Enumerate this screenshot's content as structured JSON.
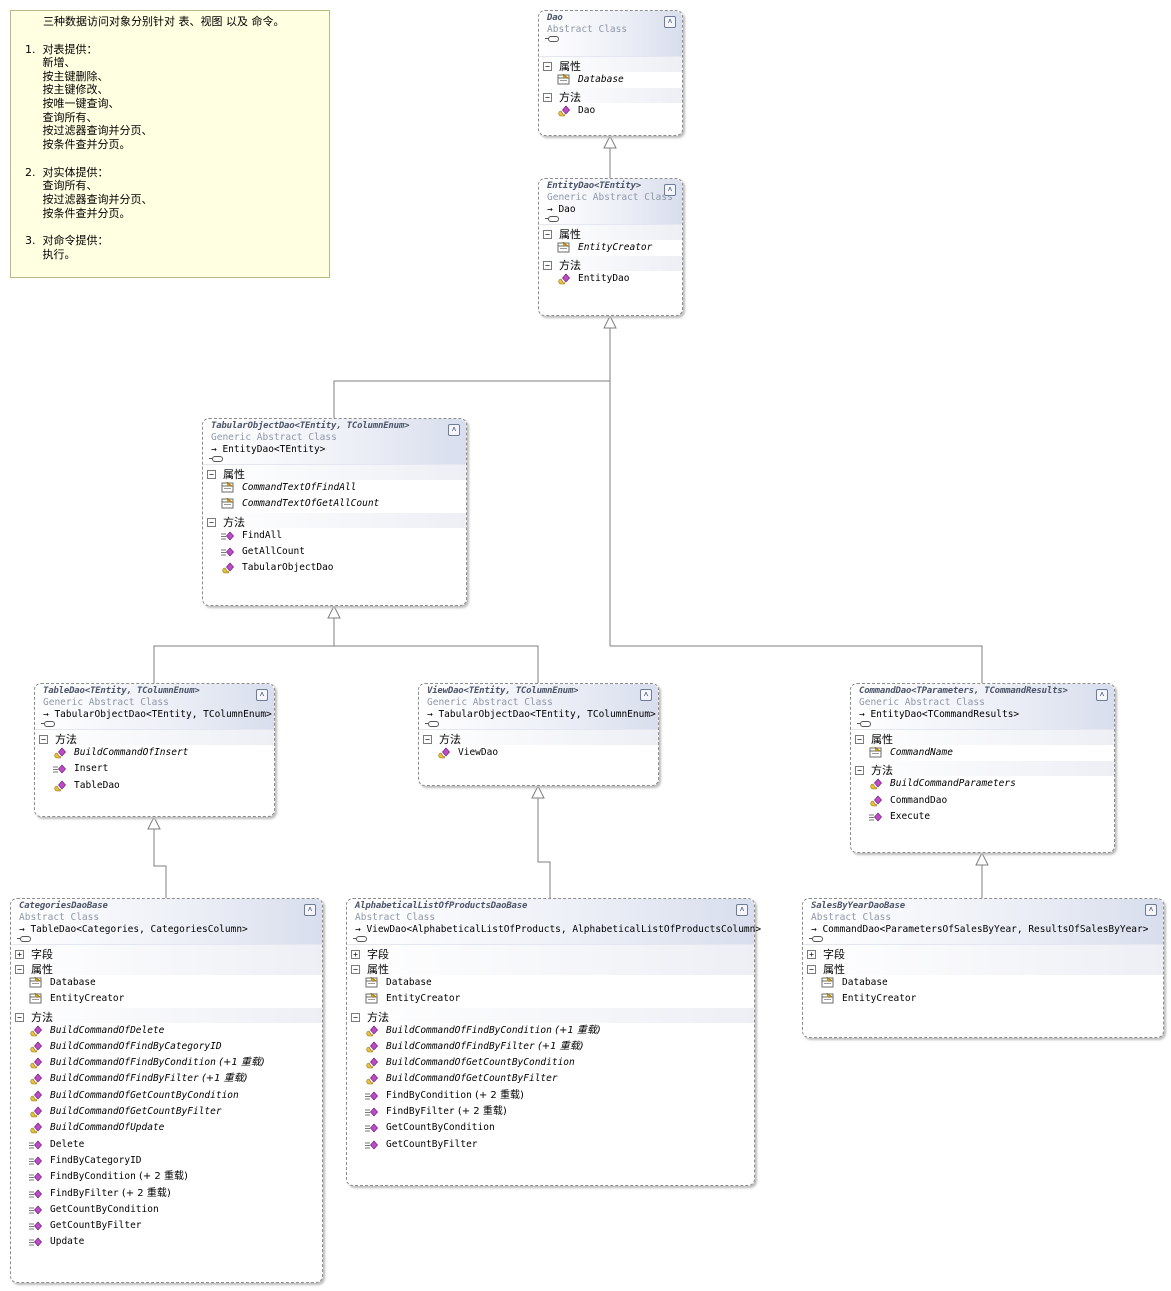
{
  "note": {
    "lines": [
      "三种数据访问对象分别针对 表、视图 以及 命令。",
      "",
      "1.  对表提供：",
      "     新增、",
      "     按主键删除、",
      "     按主键修改、",
      "     按唯一键查询、",
      "     查询所有、",
      "     按过滤器查询并分页、",
      "     按条件查并分页。",
      "",
      "2.  对实体提供：",
      "     查询所有、",
      "     按过滤器查询并分页、",
      "     按条件查并分页。",
      "",
      "3.  对命令提供：",
      "     执行。"
    ]
  },
  "classes": [
    {
      "id": "dao",
      "name": "Dao",
      "kind": "Abstract Class",
      "base": "",
      "sections": [
        {
          "title": "属性",
          "toggle": "-",
          "members": [
            {
              "name": "Database",
              "icon": "property-icon",
              "italic": true
            }
          ]
        },
        {
          "title": "方法",
          "toggle": "-",
          "members": [
            {
              "name": "Dao",
              "icon": "protected-method-icon",
              "italic": false
            }
          ]
        }
      ]
    },
    {
      "id": "entity-dao",
      "name": "EntityDao<TEntity>",
      "kind": "Generic Abstract Class",
      "base": "Dao",
      "sections": [
        {
          "title": "属性",
          "toggle": "-",
          "members": [
            {
              "name": "EntityCreator",
              "icon": "property-icon",
              "italic": true
            }
          ]
        },
        {
          "title": "方法",
          "toggle": "-",
          "members": [
            {
              "name": "EntityDao",
              "icon": "protected-method-icon",
              "italic": false
            }
          ]
        }
      ]
    },
    {
      "id": "tabular-object-dao",
      "name": "TabularObjectDao<TEntity, TColumnEnum>",
      "kind": "Generic Abstract Class",
      "base": "EntityDao<TEntity>",
      "sections": [
        {
          "title": "属性",
          "toggle": "-",
          "members": [
            {
              "name": "CommandTextOfFindAll",
              "icon": "property-icon",
              "italic": true
            },
            {
              "name": "CommandTextOfGetAllCount",
              "icon": "property-icon",
              "italic": true
            }
          ]
        },
        {
          "title": "方法",
          "toggle": "-",
          "members": [
            {
              "name": "FindAll",
              "icon": "method-icon",
              "italic": false
            },
            {
              "name": "GetAllCount",
              "icon": "method-icon",
              "italic": false
            },
            {
              "name": "TabularObjectDao",
              "icon": "protected-method-icon",
              "italic": false
            }
          ]
        }
      ]
    },
    {
      "id": "table-dao",
      "name": "TableDao<TEntity, TColumnEnum>",
      "kind": "Generic Abstract Class",
      "base": "TabularObjectDao<TEntity, TColumnEnum>",
      "sections": [
        {
          "title": "方法",
          "toggle": "-",
          "members": [
            {
              "name": "BuildCommandOfInsert",
              "icon": "protected-method-icon",
              "italic": true
            },
            {
              "name": "Insert",
              "icon": "method-icon",
              "italic": false
            },
            {
              "name": "TableDao",
              "icon": "protected-method-icon",
              "italic": false
            }
          ]
        }
      ]
    },
    {
      "id": "view-dao",
      "name": "ViewDao<TEntity, TColumnEnum>",
      "kind": "Generic Abstract Class",
      "base": "TabularObjectDao<TEntity, TColumnEnum>",
      "sections": [
        {
          "title": "方法",
          "toggle": "-",
          "members": [
            {
              "name": "ViewDao",
              "icon": "protected-method-icon",
              "italic": false
            }
          ]
        }
      ]
    },
    {
      "id": "command-dao",
      "name": "CommandDao<TParameters, TCommandResults>",
      "kind": "Generic Abstract Class",
      "base": "EntityDao<TCommandResults>",
      "sections": [
        {
          "title": "属性",
          "toggle": "-",
          "members": [
            {
              "name": "CommandName",
              "icon": "property-icon",
              "italic": true
            }
          ]
        },
        {
          "title": "方法",
          "toggle": "-",
          "members": [
            {
              "name": "BuildCommandParameters",
              "icon": "protected-method-icon",
              "italic": true
            },
            {
              "name": "CommandDao",
              "icon": "protected-method-icon",
              "italic": false
            },
            {
              "name": "Execute",
              "icon": "method-icon",
              "italic": false
            }
          ]
        }
      ]
    },
    {
      "id": "categories-dao-base",
      "name": "CategoriesDaoBase",
      "kind": "Abstract Class",
      "base": "TableDao<Categories, CategoriesColumn>",
      "sections": [
        {
          "title": "字段",
          "toggle": "+",
          "members": []
        },
        {
          "title": "属性",
          "toggle": "-",
          "members": [
            {
              "name": "Database",
              "icon": "property-icon",
              "italic": false
            },
            {
              "name": "EntityCreator",
              "icon": "property-icon",
              "italic": false
            }
          ]
        },
        {
          "title": "方法",
          "toggle": "-",
          "members": [
            {
              "name": "BuildCommandOfDelete",
              "icon": "protected-method-icon",
              "italic": true
            },
            {
              "name": "BuildCommandOfFindByCategoryID",
              "icon": "protected-method-icon",
              "italic": true
            },
            {
              "name": "BuildCommandOfFindByCondition",
              "icon": "protected-method-icon",
              "italic": true,
              "overload": "(+1 重载)"
            },
            {
              "name": "BuildCommandOfFindByFilter",
              "icon": "protected-method-icon",
              "italic": true,
              "overload": "(+1 重载)"
            },
            {
              "name": "BuildCommandOfGetCountByCondition",
              "icon": "protected-method-icon",
              "italic": true
            },
            {
              "name": "BuildCommandOfGetCountByFilter",
              "icon": "protected-method-icon",
              "italic": true
            },
            {
              "name": "BuildCommandOfUpdate",
              "icon": "protected-method-icon",
              "italic": true
            },
            {
              "name": "Delete",
              "icon": "method-icon",
              "italic": false
            },
            {
              "name": "FindByCategoryID",
              "icon": "method-icon",
              "italic": false
            },
            {
              "name": "FindByCondition",
              "icon": "method-icon",
              "italic": false,
              "overload": "(+ 2 重载)"
            },
            {
              "name": "FindByFilter",
              "icon": "method-icon",
              "italic": false,
              "overload": "(+ 2 重载)"
            },
            {
              "name": "GetCountByCondition",
              "icon": "method-icon",
              "italic": false
            },
            {
              "name": "GetCountByFilter",
              "icon": "method-icon",
              "italic": false
            },
            {
              "name": "Update",
              "icon": "method-icon",
              "italic": false
            }
          ]
        }
      ]
    },
    {
      "id": "alphabetical-list-dao-base",
      "name": "AlphabeticalListOfProductsDaoBase",
      "kind": "Abstract Class",
      "base": "ViewDao<AlphabeticalListOfProducts, AlphabeticalListOfProductsColumn>",
      "sections": [
        {
          "title": "字段",
          "toggle": "+",
          "members": []
        },
        {
          "title": "属性",
          "toggle": "-",
          "members": [
            {
              "name": "Database",
              "icon": "property-icon",
              "italic": false
            },
            {
              "name": "EntityCreator",
              "icon": "property-icon",
              "italic": false
            }
          ]
        },
        {
          "title": "方法",
          "toggle": "-",
          "members": [
            {
              "name": "BuildCommandOfFindByCondition",
              "icon": "protected-method-icon",
              "italic": true,
              "overload": "(+1 重载)"
            },
            {
              "name": "BuildCommandOfFindByFilter",
              "icon": "protected-method-icon",
              "italic": true,
              "overload": "(+1 重载)"
            },
            {
              "name": "BuildCommandOfGetCountByCondition",
              "icon": "protected-method-icon",
              "italic": true
            },
            {
              "name": "BuildCommandOfGetCountByFilter",
              "icon": "protected-method-icon",
              "italic": true
            },
            {
              "name": "FindByCondition",
              "icon": "method-icon",
              "italic": false,
              "overload": "(+ 2 重载)"
            },
            {
              "name": "FindByFilter",
              "icon": "method-icon",
              "italic": false,
              "overload": "(+ 2 重载)"
            },
            {
              "name": "GetCountByCondition",
              "icon": "method-icon",
              "italic": false
            },
            {
              "name": "GetCountByFilter",
              "icon": "method-icon",
              "italic": false
            }
          ]
        }
      ]
    },
    {
      "id": "sales-by-year-dao-base",
      "name": "SalesByYearDaoBase",
      "kind": "Abstract Class",
      "base": "CommandDao<ParametersOfSalesByYear, ResultsOfSalesByYear>",
      "sections": [
        {
          "title": "字段",
          "toggle": "+",
          "members": []
        },
        {
          "title": "属性",
          "toggle": "-",
          "members": [
            {
              "name": "Database",
              "icon": "property-icon",
              "italic": false
            },
            {
              "name": "EntityCreator",
              "icon": "property-icon",
              "italic": false
            }
          ]
        }
      ]
    }
  ]
}
